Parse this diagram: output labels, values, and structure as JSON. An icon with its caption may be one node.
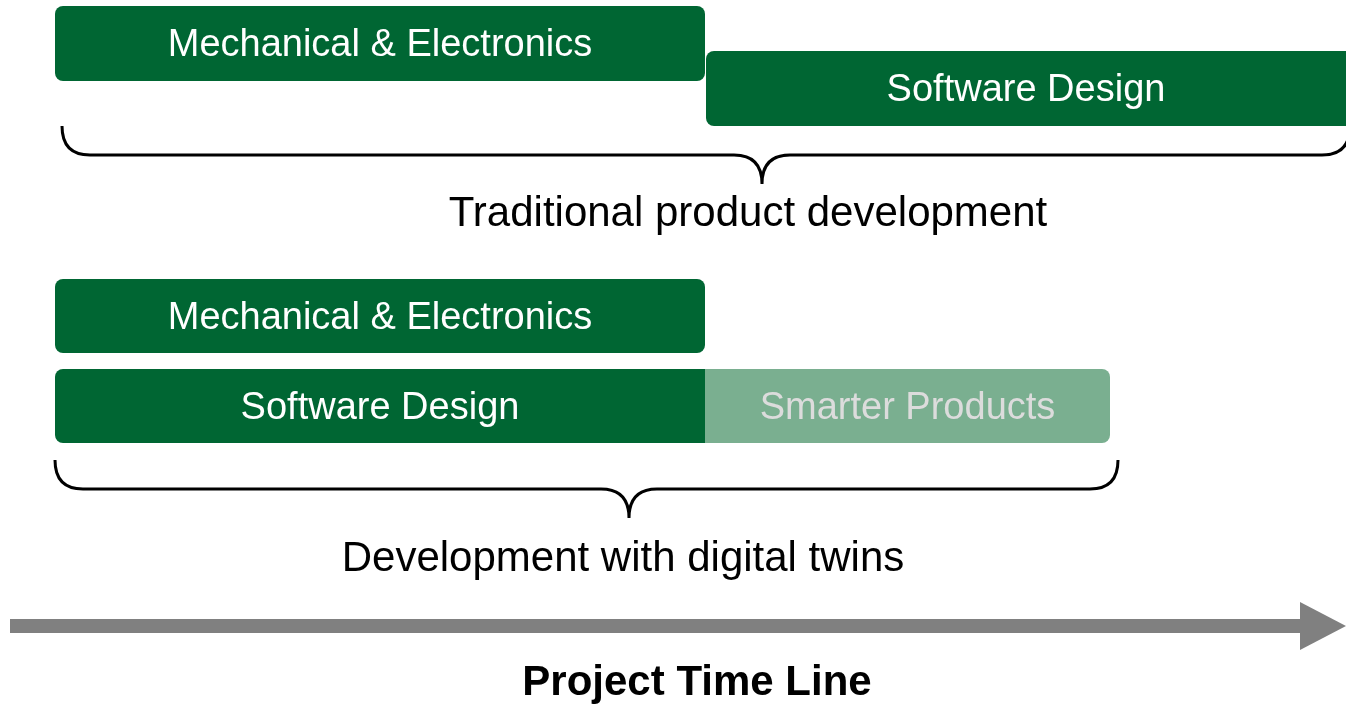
{
  "diagram": {
    "nodes": [
      {
        "text": [
          "Mechanical & Electronics"
        ]
      },
      {
        "text": [
          "Software Design"
        ]
      },
      {
        "text": [
          "Mechanical & Electronics"
        ]
      },
      {
        "text": [
          "Software Design"
        ]
      },
      {
        "text": [
          "Smarter Products"
        ]
      }
    ],
    "labels": [
      "Traditional product development",
      "Development with digital twins",
      "Project Time Line"
    ]
  }
}
